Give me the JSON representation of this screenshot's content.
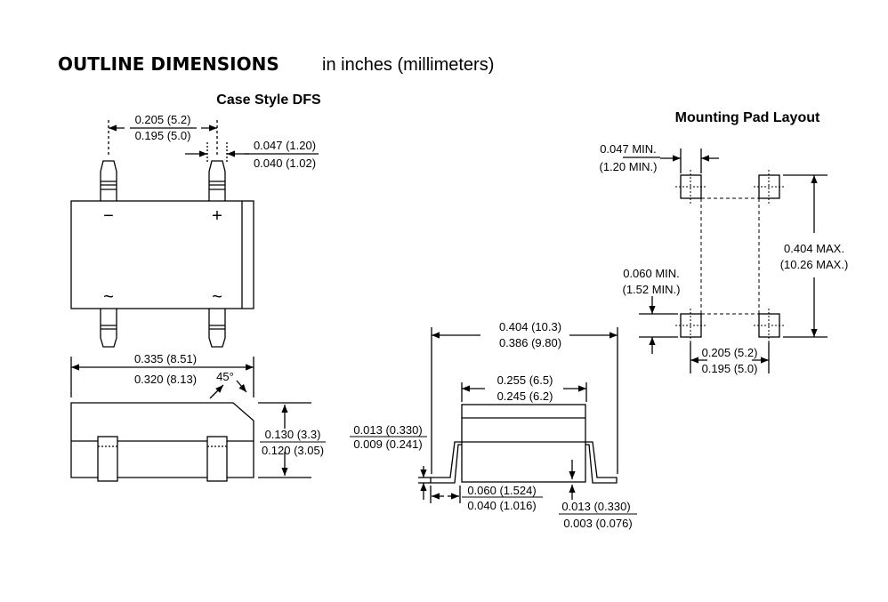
{
  "title": {
    "bold": "OUTLINE DIMENSIONS",
    "normal": "in inches (millimeters)"
  },
  "case_style": "Case Style DFS",
  "mounting_pad": "Mounting Pad Layout",
  "top_view": {
    "pitch_max": "0.205 (5.2)",
    "pitch_min": "0.195 (5.0)",
    "lead_w_max": "0.047 (1.20)",
    "lead_w_min": "0.040 (1.02)",
    "minus": "−",
    "plus": "+",
    "ac": "~"
  },
  "side_view": {
    "len_max": "0.335 (8.51)",
    "len_min": "0.320 (8.13)",
    "angle": "45°",
    "h_max": "0.130 (3.3)",
    "h_min": "0.120 (3.05)"
  },
  "end_view": {
    "span_max": "0.404 (10.3)",
    "span_min": "0.386 (9.80)",
    "body_max": "0.255 (6.5)",
    "body_min": "0.245 (6.2)",
    "lt_max": "0.013 (0.330)",
    "lt_min": "0.009 (0.241)",
    "foot_max": "0.060 (1.524)",
    "foot_min": "0.040 (1.016)",
    "so_max": "0.013 (0.330)",
    "so_min": "0.003 (0.076)"
  },
  "pad": {
    "pad_w": "0.047 MIN.",
    "pad_w_mm": "(1.20 MIN.)",
    "pad_h": "0.060 MIN.",
    "pad_h_mm": "(1.52 MIN.)",
    "span": "0.404 MAX.",
    "span_mm": "(10.26 MAX.)",
    "pitch_max": "0.205 (5.2)",
    "pitch_min": "0.195 (5.0)"
  }
}
